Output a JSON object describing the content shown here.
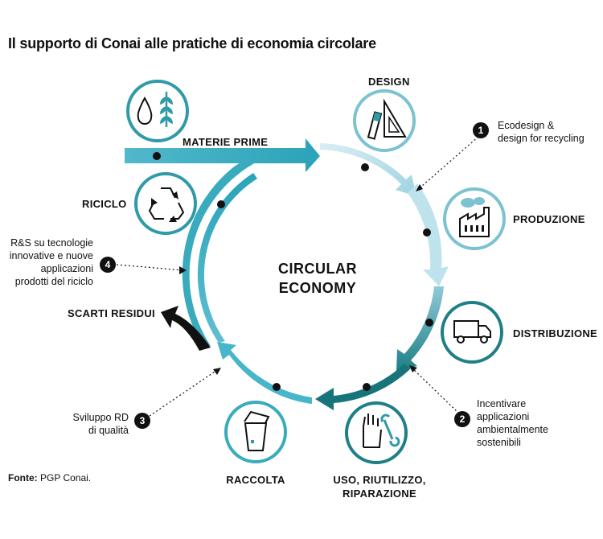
{
  "title": "Il supporto di Conai alle pratiche di economia circolare",
  "center": {
    "line1": "CIRCULAR",
    "line2": "ECONOMY"
  },
  "stages": {
    "materie_prime": "MATERIE PRIME",
    "design": "DESIGN",
    "produzione": "PRODUZIONE",
    "distribuzione": "DISTRIBUZIONE",
    "uso_line1": "USO, RIUTILIZZO,",
    "uso_line2": "RIPARAZIONE",
    "raccolta": "RACCOLTA",
    "riciclo": "RICICLO",
    "scarti": "SCARTI RESIDUI"
  },
  "notes": {
    "n1": {
      "num": "1",
      "lines": [
        "Ecodesign &",
        "design for recycling"
      ]
    },
    "n2": {
      "num": "2",
      "lines": [
        "Incentivare",
        "applicazioni",
        "ambientalmente",
        "sostenibili"
      ]
    },
    "n3": {
      "num": "3",
      "lines": [
        "Sviluppo RD",
        "di qualità"
      ]
    },
    "n4": {
      "num": "4",
      "lines": [
        "R&S su tecnologie",
        "innovative e nuove",
        "applicazioni",
        "prodotti del riciclo"
      ]
    }
  },
  "source": {
    "label": "Fonte:",
    "text": " PGP Conai."
  },
  "colors": {
    "teal_dark": "#1e7f86",
    "teal": "#3aaabd",
    "teal_light": "#a9dbe6",
    "black": "#111111"
  },
  "icons": [
    "water-drop-wheat-icon",
    "ruler-pencil-icon",
    "factory-icon",
    "truck-icon",
    "gloves-wrench-icon",
    "trash-bin-icon",
    "recycle-icon"
  ]
}
